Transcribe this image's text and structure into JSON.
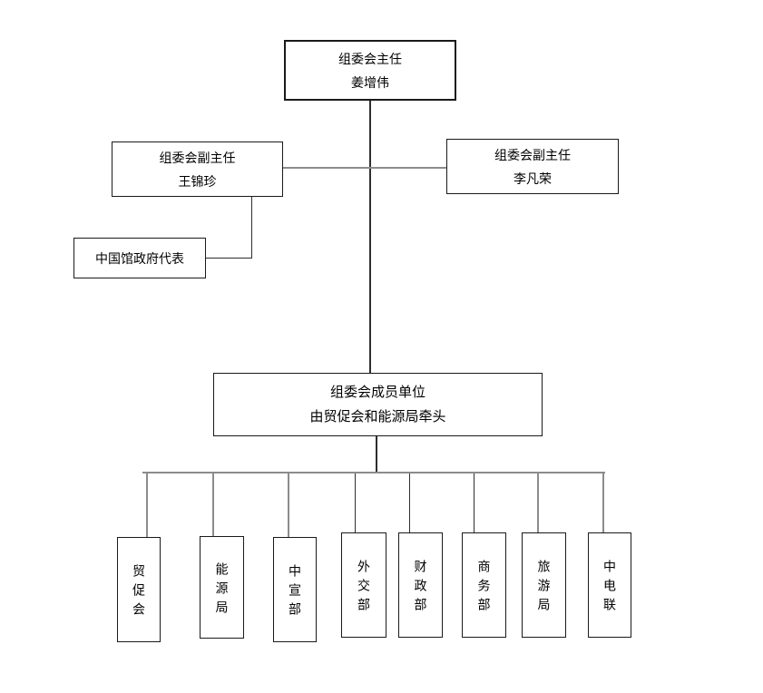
{
  "diagram": {
    "type": "org-chart",
    "background_color": "#ffffff",
    "box_border_color": "#1a1a1a",
    "connector_dark_color": "#2e2e2e",
    "connector_gray_color": "#8c8c8c",
    "chairman": {
      "title": "组委会主任",
      "name": "姜增伟"
    },
    "vice_left": {
      "title": "组委会副主任",
      "name": "王锦珍"
    },
    "vice_right": {
      "title": "组委会副主任",
      "name": "李凡荣"
    },
    "pavilion_rep": {
      "label": "中国馆政府代表"
    },
    "members": {
      "title": "组委会成员单位",
      "subtitle": "由贸促会和能源局牵头"
    },
    "units": [
      "贸促会",
      "能源局",
      "中宣部",
      "外交部",
      "财政部",
      "商务部",
      "旅游局",
      "中电联"
    ]
  }
}
